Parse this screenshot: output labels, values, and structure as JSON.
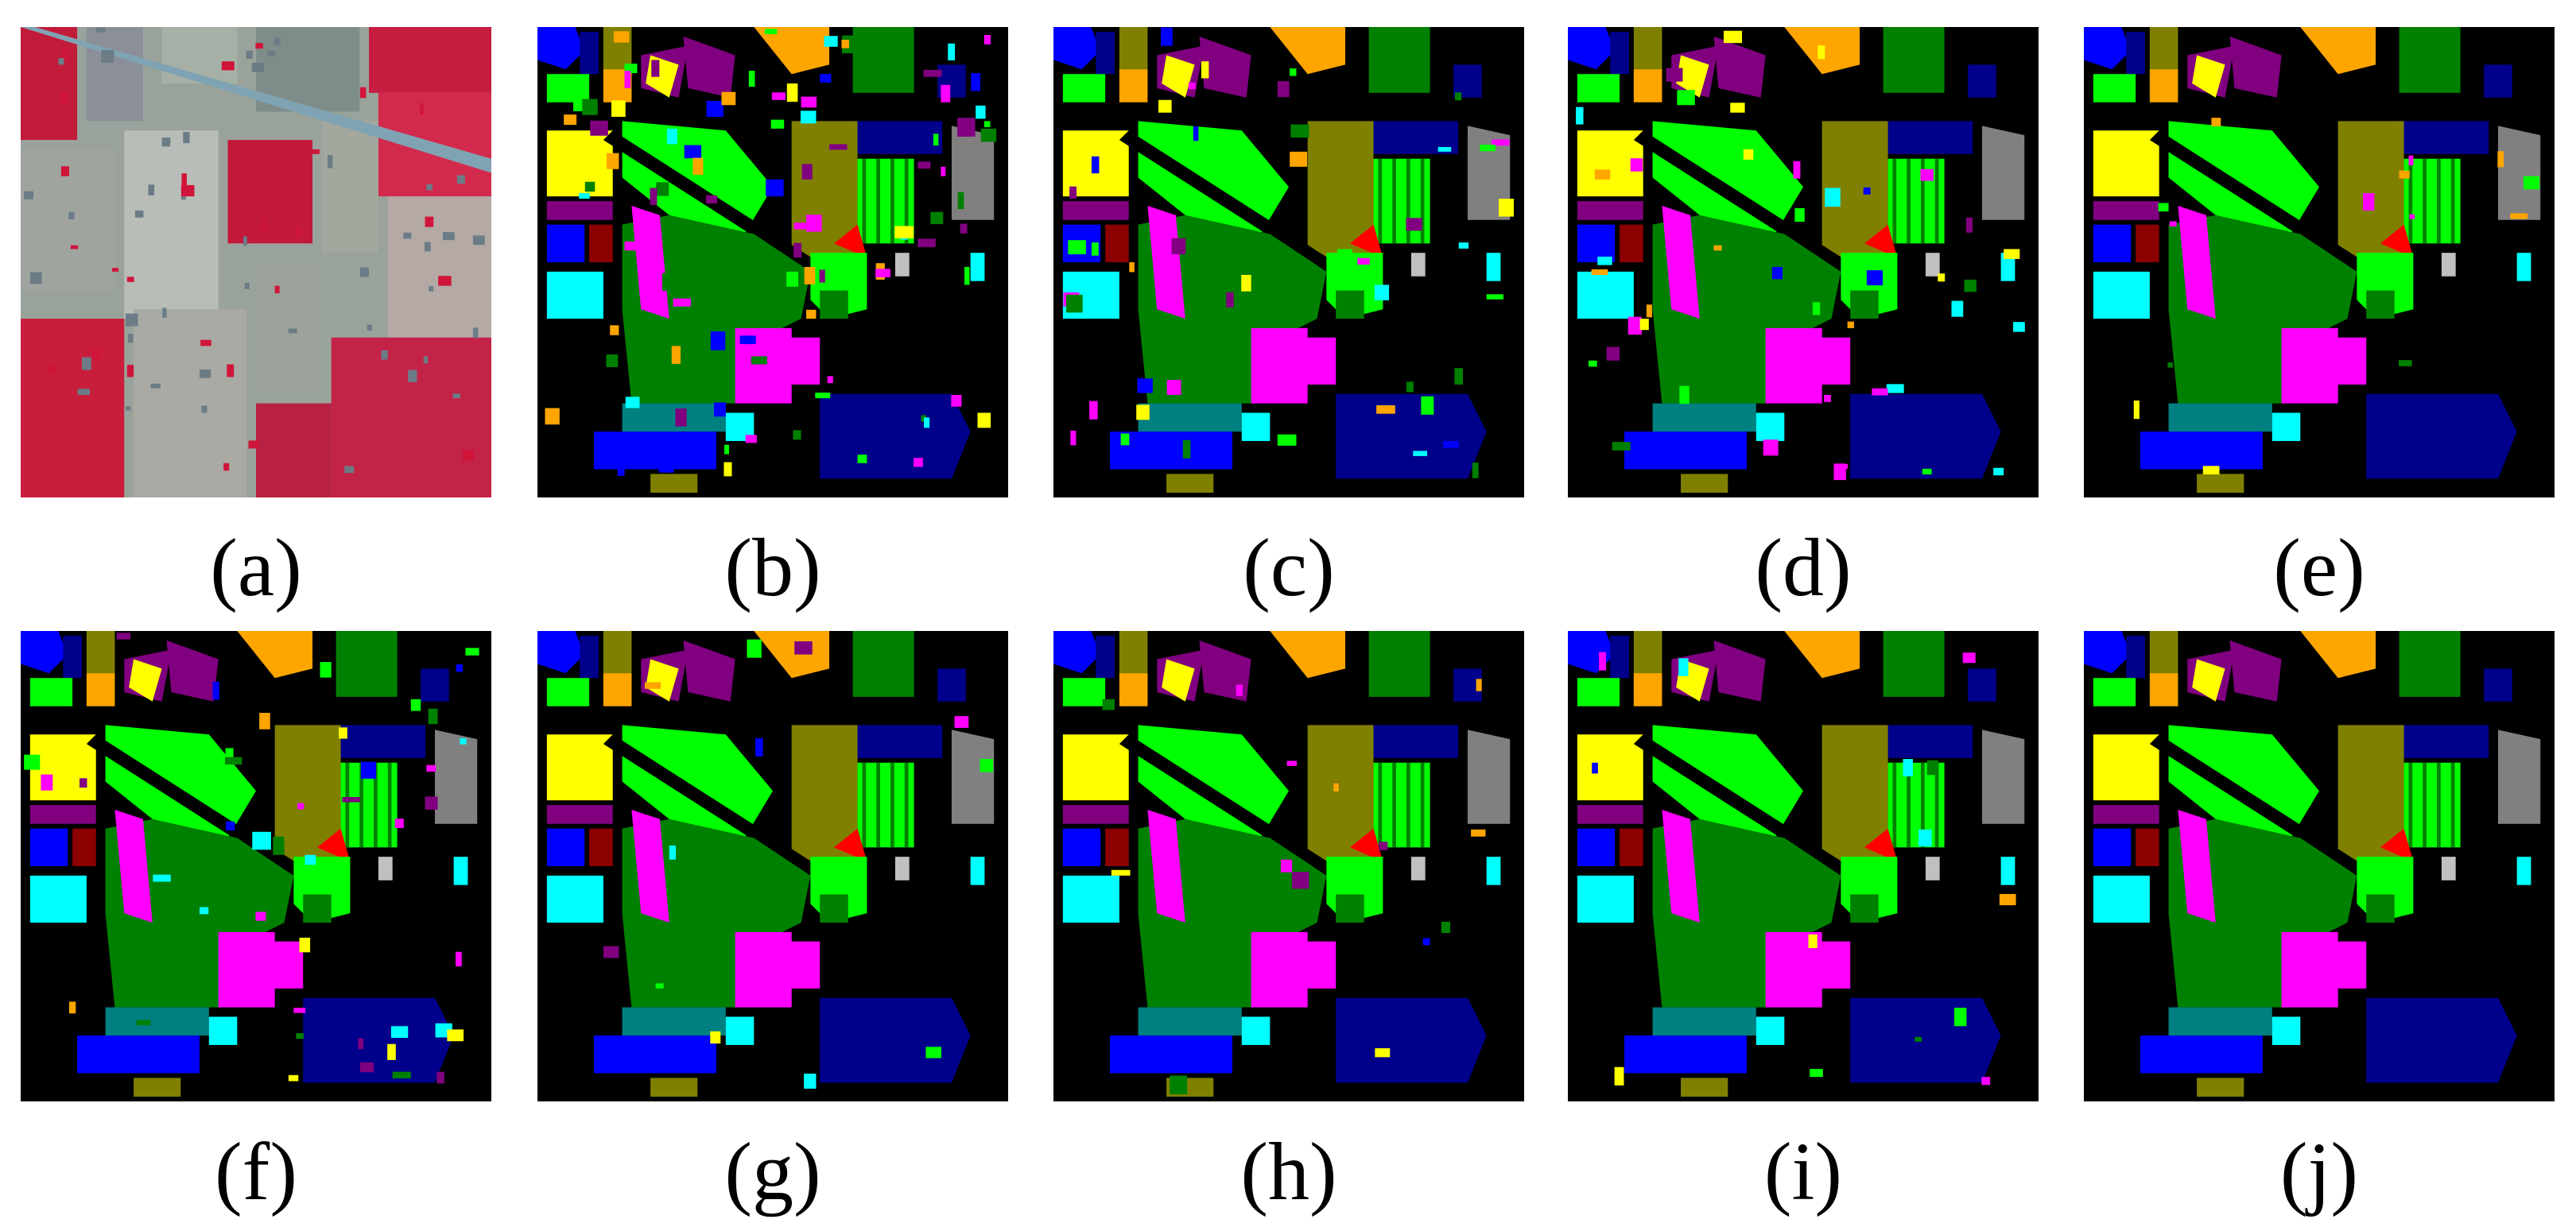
{
  "figure": {
    "panels": [
      {
        "id": "a",
        "caption": "(a)",
        "kind": "false-color-image"
      },
      {
        "id": "b",
        "caption": "(b)",
        "kind": "classification-map",
        "noise": "high"
      },
      {
        "id": "c",
        "caption": "(c)",
        "kind": "classification-map",
        "noise": "medium"
      },
      {
        "id": "d",
        "caption": "(d)",
        "kind": "classification-map",
        "noise": "medium"
      },
      {
        "id": "e",
        "caption": "(e)",
        "kind": "classification-map",
        "noise": "low"
      },
      {
        "id": "f",
        "caption": "(f)",
        "kind": "classification-map",
        "noise": "medium"
      },
      {
        "id": "g",
        "caption": "(g)",
        "kind": "classification-map",
        "noise": "low"
      },
      {
        "id": "h",
        "caption": "(h)",
        "kind": "classification-map",
        "noise": "low"
      },
      {
        "id": "i",
        "caption": "(i)",
        "kind": "classification-map",
        "noise": "low"
      },
      {
        "id": "j",
        "caption": "(j)",
        "kind": "classification-map",
        "noise": "none"
      }
    ]
  },
  "palette": {
    "background": "#000000",
    "yellow": "#ffff00",
    "orange": "#ffa500",
    "lime": "#00ff00",
    "green": "#008000",
    "magenta": "#ff00ff",
    "purple": "#800080",
    "olive": "#808000",
    "navy": "#00008b",
    "blue": "#0000ff",
    "teal": "#008080",
    "cyan": "#00ffff",
    "gray": "#808080",
    "lightgray": "#c0c0c0",
    "red": "#ff0000",
    "darkred": "#8b0000"
  }
}
